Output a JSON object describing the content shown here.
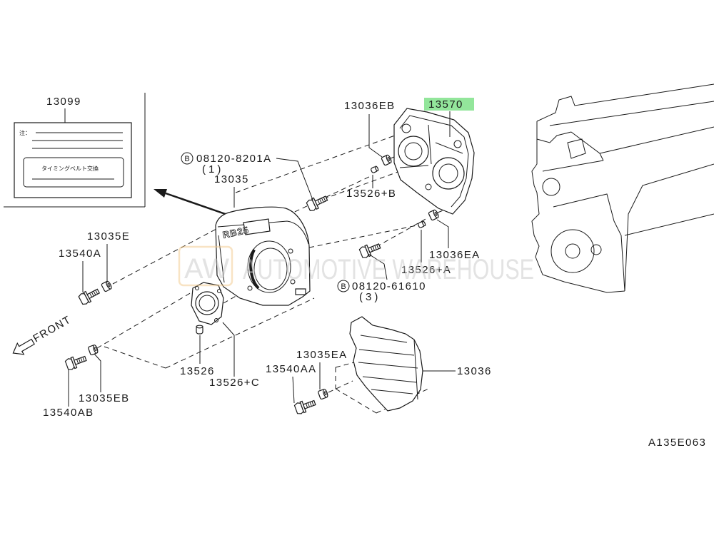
{
  "diagram": {
    "ref_code": "A135E063",
    "front_label": "FRONT",
    "cover_marking": "RB25",
    "watermark": {
      "logo": "AW",
      "text": "AUTOMOTIVE WAREHOUSE"
    },
    "colors": {
      "highlight": "#93e69b",
      "line": "#1a1a1a",
      "watermark_text": "#c8c8c8",
      "watermark_logo": "#f2c98a"
    },
    "inset": {
      "part_no": "13099",
      "note_prefix": "注：",
      "note_title": "タイミングベルト交換"
    },
    "callouts": {
      "front_cover": "13035",
      "washer_e": "13035E",
      "bolt_a": "13540A",
      "washer_eb": "13035EB",
      "bolt_ab": "13540AB",
      "dowel": "13526",
      "dowel_c": "13526+C",
      "washer_ea": "13035EA",
      "bolt_aa": "13540AA",
      "lower_cover": "13036",
      "grommet_eb": "13036EB",
      "back_cover": "13570",
      "dowel_b": "13526+B",
      "grommet_ea": "13036EA",
      "dowel_a": "13526+A"
    },
    "std_bolts": [
      {
        "marker": "B",
        "part_no": "08120-8201A",
        "qty": "(1)"
      },
      {
        "marker": "B",
        "part_no": "08120-61610",
        "qty": "(3)"
      }
    ]
  }
}
